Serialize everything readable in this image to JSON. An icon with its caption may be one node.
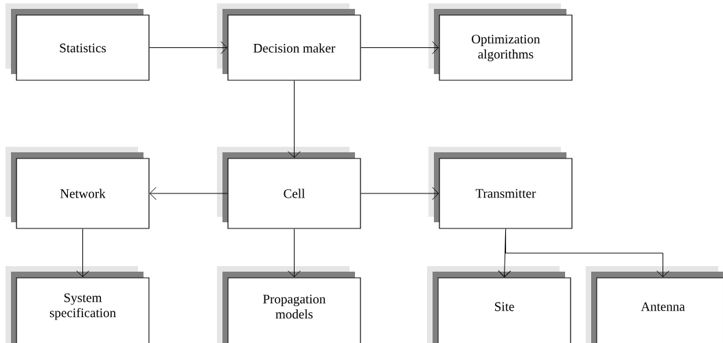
{
  "diagram": {
    "nodes": [
      {
        "text": [
          "Statistics"
        ]
      },
      {
        "text": [
          "Decision maker"
        ]
      },
      {
        "text": [
          "Optimization algorithms"
        ]
      },
      {
        "text": [
          "Network"
        ]
      },
      {
        "text": [
          "Cell"
        ]
      },
      {
        "text": [
          "Transmitter"
        ]
      },
      {
        "text": [
          "System specification"
        ]
      },
      {
        "text": [
          "Propagation models"
        ]
      },
      {
        "text": [
          "Site"
        ]
      },
      {
        "text": [
          "Antenna"
        ]
      }
    ],
    "edges": [
      {
        "from": 0,
        "to": 1,
        "arrow": "to"
      },
      {
        "from": 1,
        "to": 2,
        "arrow": "to"
      },
      {
        "from": 1,
        "to": 4,
        "arrow": "to"
      },
      {
        "from": 4,
        "to": 3,
        "arrow": "to"
      },
      {
        "from": 4,
        "to": 5,
        "arrow": "to"
      },
      {
        "from": 3,
        "to": 6,
        "arrow": "to"
      },
      {
        "from": 4,
        "to": 7,
        "arrow": "to"
      },
      {
        "from": 5,
        "to": 8,
        "arrow": "to"
      },
      {
        "from": 5,
        "to": 9,
        "arrow": "to"
      }
    ]
  }
}
